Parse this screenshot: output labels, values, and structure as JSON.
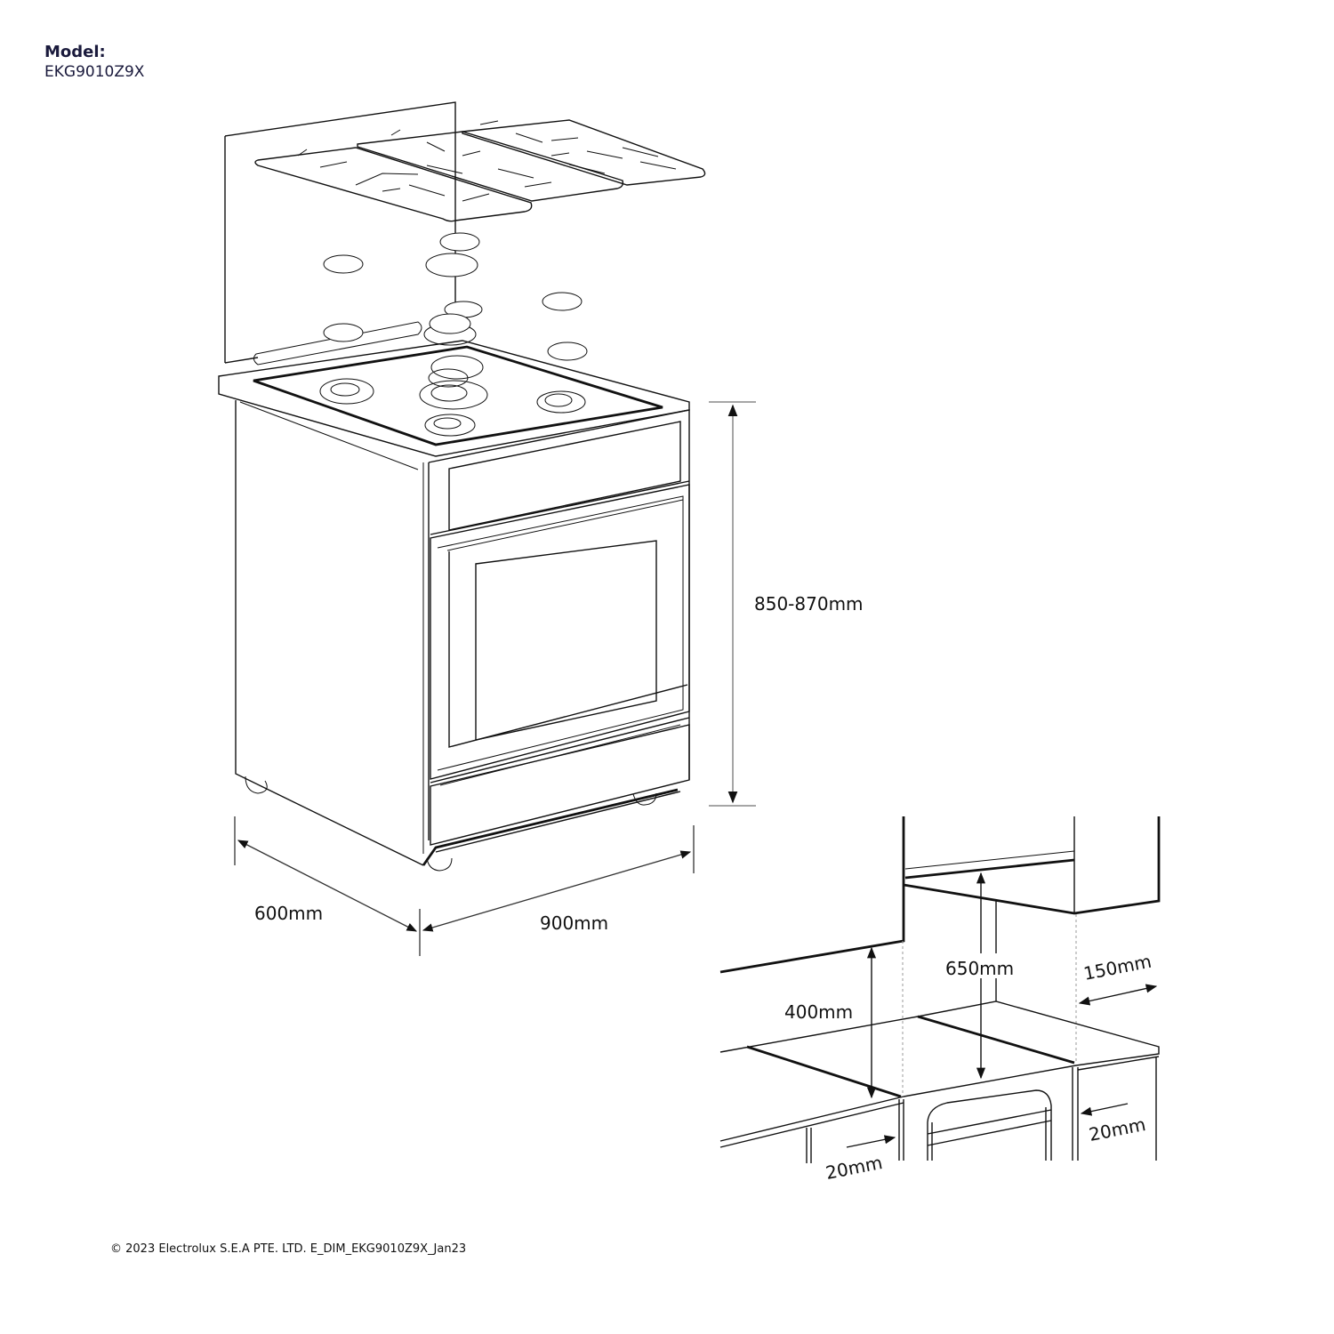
{
  "header": {
    "model_label": "Model:",
    "model_code": "EKG9010Z9X"
  },
  "cooker_drawing": {
    "dimensions": {
      "height": "850-870mm",
      "depth": "600mm",
      "width": "900mm"
    },
    "components": [
      "backsplash-panel",
      "pan-supports",
      "burner-caps",
      "burner-crowns",
      "hob-top",
      "control-panel",
      "oven-door",
      "storage-drawer",
      "feet"
    ]
  },
  "installation_drawing": {
    "dimensions": {
      "wall_cabinet_clearance": "650mm",
      "side_wall_height": "400mm",
      "side_clearance_right": "150mm",
      "gap_left": "20mm",
      "gap_right": "20mm"
    }
  },
  "footer": {
    "copyright": "© 2023 Electrolux S.E.A PTE. LTD. E_DIM_EKG9010Z9X_Jan23"
  },
  "colors": {
    "model_text": "#1a1a3c",
    "line": "#111111",
    "dimension_line": "#888888"
  }
}
